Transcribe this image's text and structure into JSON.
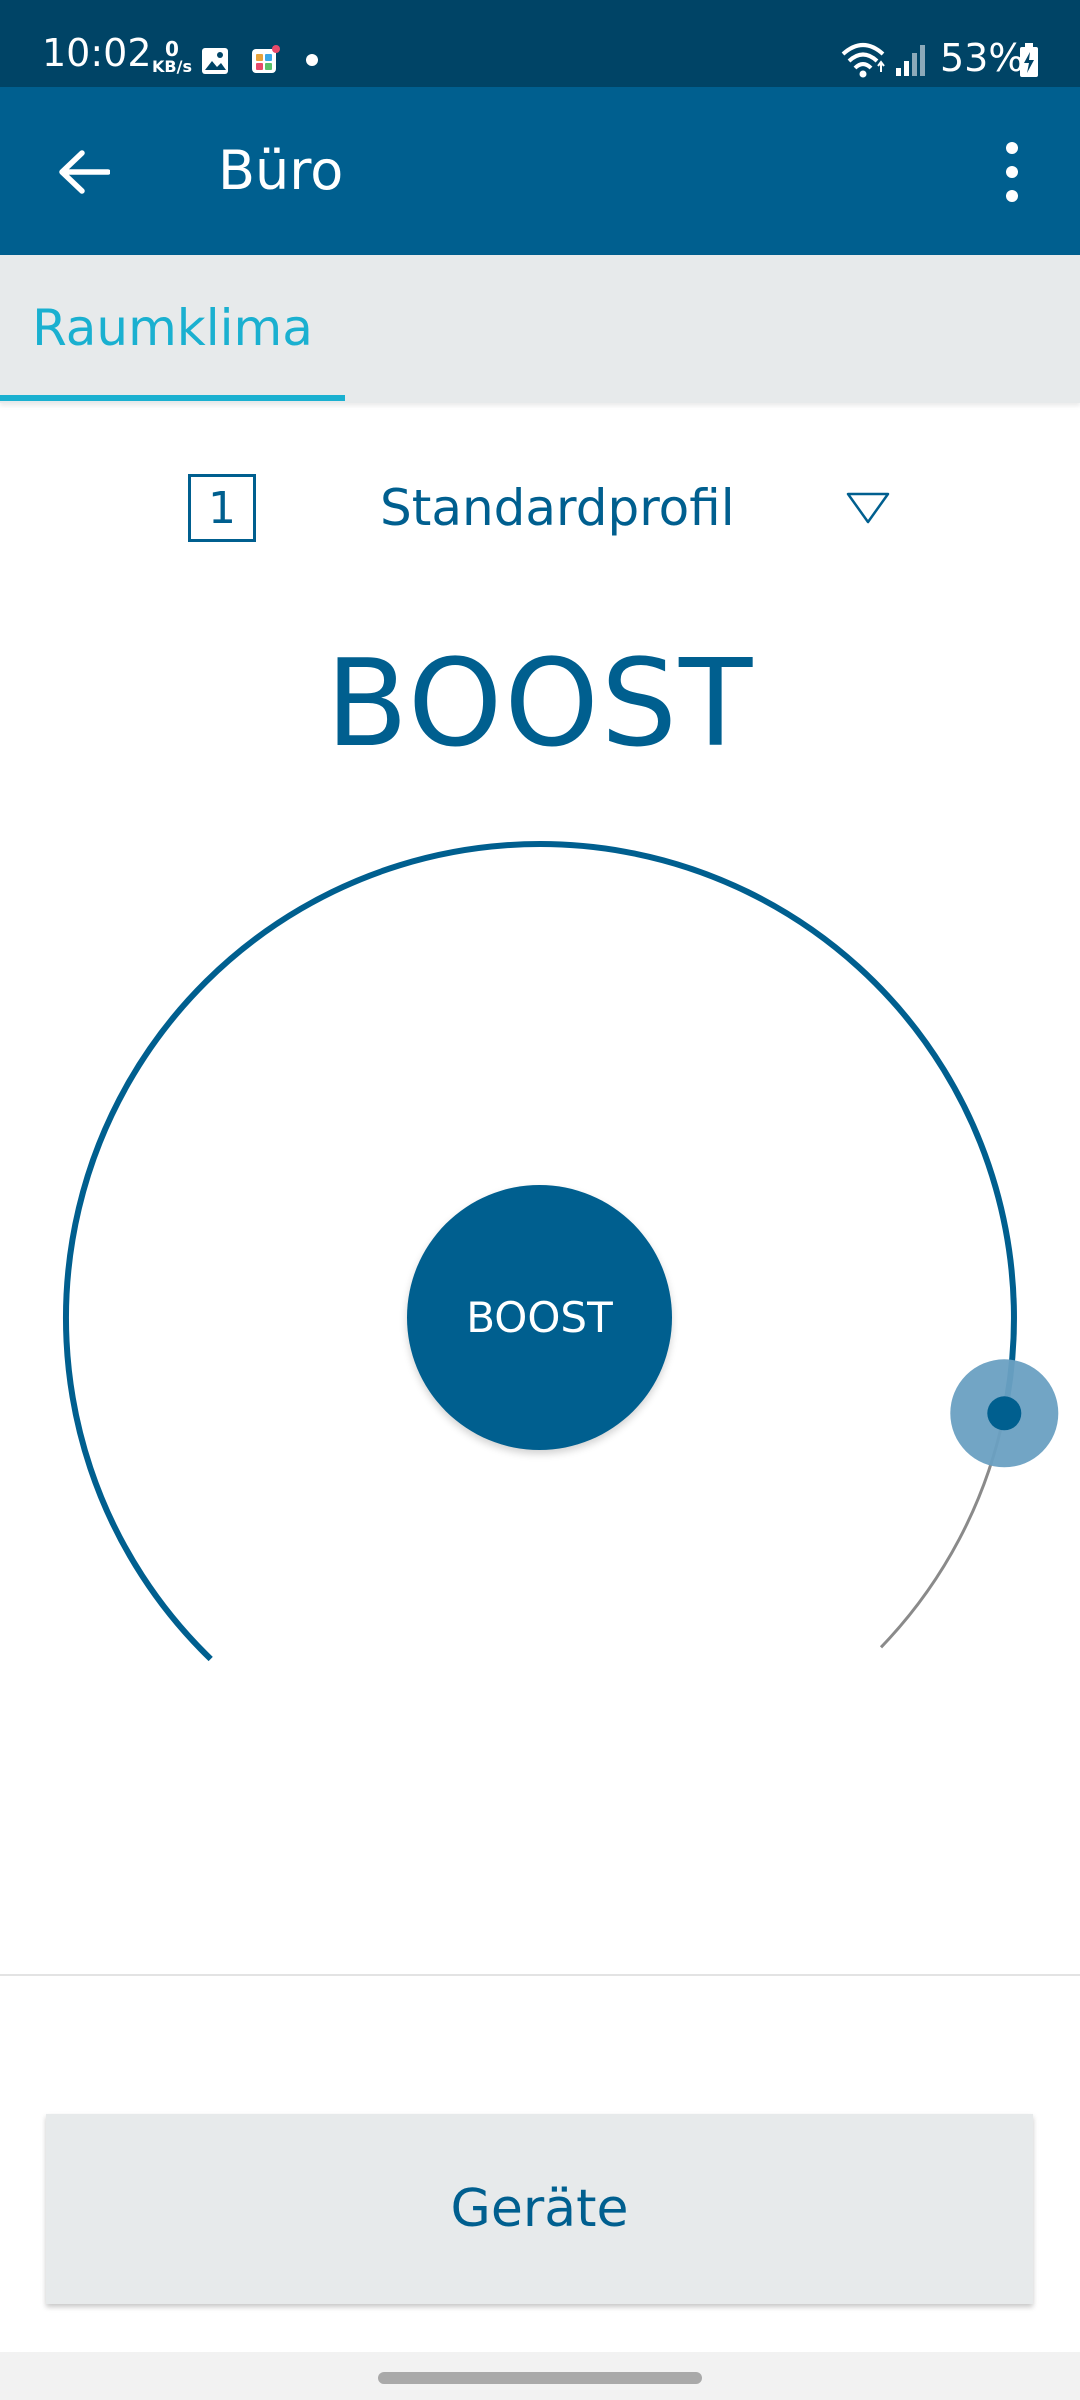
{
  "status_bar": {
    "time": "10:02",
    "net_speed_value": "0",
    "net_speed_unit": "KB/s",
    "battery": "53%",
    "icons": [
      "gallery-icon",
      "app-icon",
      "notification-dot",
      "wifi-icon",
      "signal-icon",
      "battery-charging-icon"
    ]
  },
  "app_bar": {
    "title": "Büro",
    "back_icon": "arrow-left-icon",
    "menu_icon": "more-vert-icon"
  },
  "tabs": [
    {
      "label": "Raumklima",
      "active": true
    }
  ],
  "profile": {
    "number": "1",
    "name": "Standardprofil",
    "dropdown_icon": "triangle-down-icon"
  },
  "mode": {
    "title": "BOOST",
    "button_label": "BOOST"
  },
  "dial": {
    "level": 0.88
  },
  "bottom": {
    "devices_label": "Geräte"
  },
  "colors": {
    "primary": "#005f8f",
    "status_bar": "#004466",
    "accent": "#1ab0d0",
    "tab_background": "#e7eaeb",
    "knob": "#6aa0c2"
  }
}
